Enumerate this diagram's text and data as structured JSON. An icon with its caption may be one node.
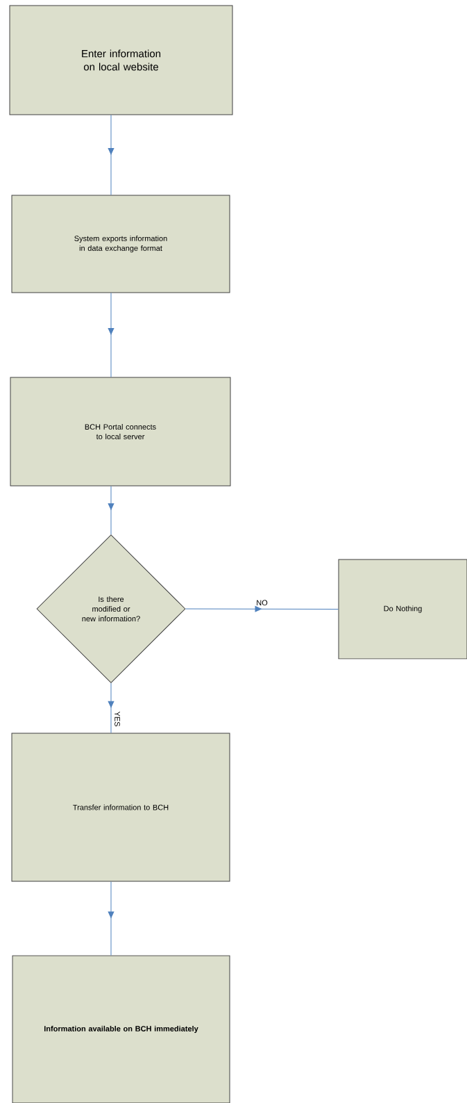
{
  "diagram": {
    "nodes": [
      {
        "text": [
          "Enter information on local website"
        ]
      },
      {
        "text": [
          "System exports information in data exchange format"
        ]
      },
      {
        "text": [
          "BCH Portal connects to local server"
        ]
      },
      {
        "text": [
          "Is there modified or new information?"
        ]
      },
      {
        "text": [
          "Do Nothing"
        ]
      },
      {
        "text": [
          "Transfer information to BCH"
        ]
      },
      {
        "text": [
          "Information available on BCH immediately"
        ]
      }
    ],
    "edges": [
      {
        "from": 0,
        "to": 1,
        "arrow": "to"
      },
      {
        "from": 1,
        "to": 2,
        "arrow": "to"
      },
      {
        "from": 2,
        "to": 3,
        "arrow": "to"
      },
      {
        "from": 3,
        "to": 4,
        "arrow": "to",
        "label": "NO"
      },
      {
        "from": 3,
        "to": 5,
        "arrow": "to",
        "label": "YES"
      },
      {
        "from": 5,
        "to": 6,
        "arrow": "to"
      }
    ]
  }
}
